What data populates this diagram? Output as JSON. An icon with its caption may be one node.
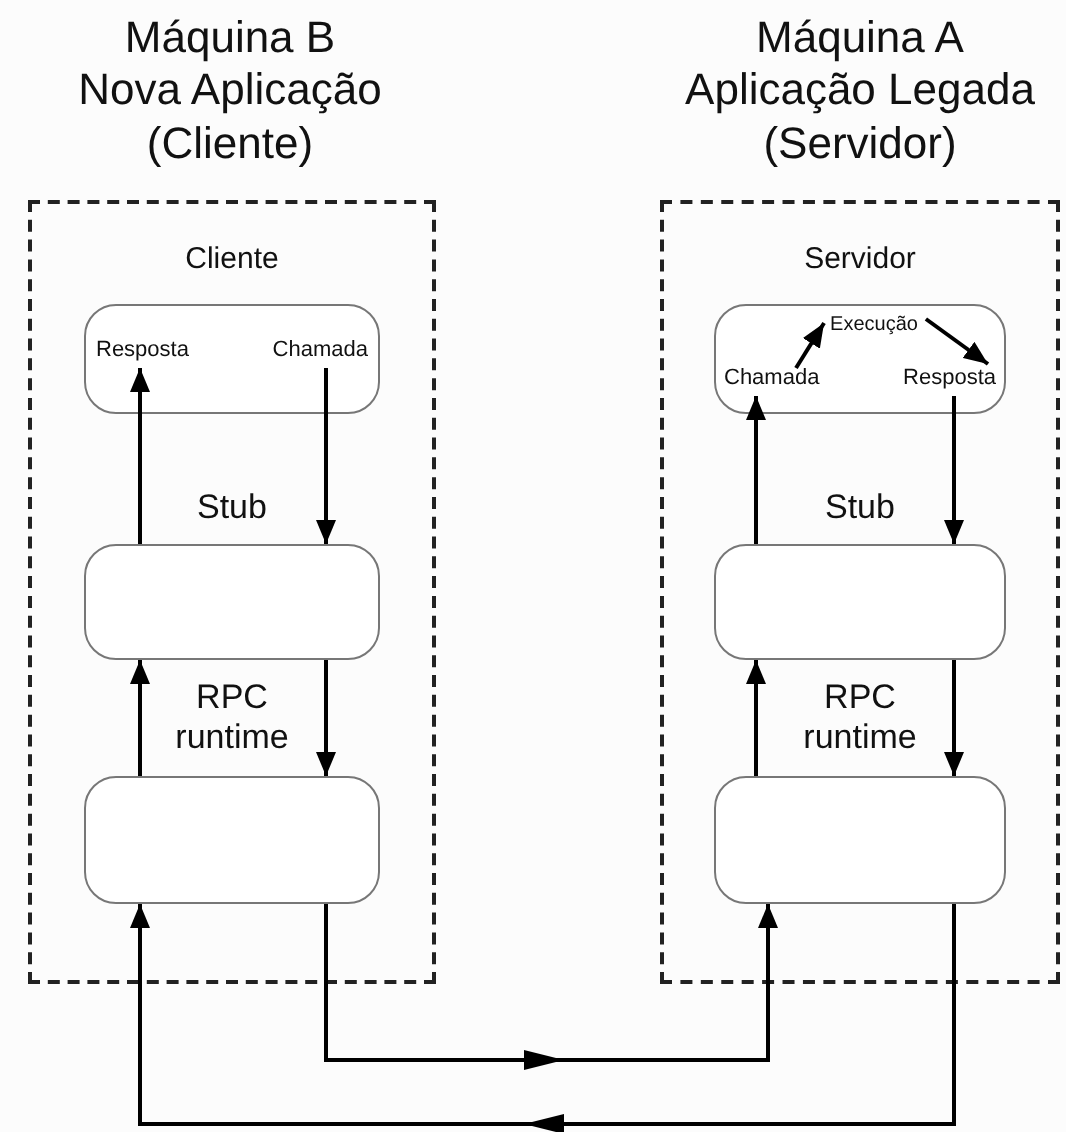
{
  "diagram": {
    "nodes": [
      {
        "text": [
          "Máquina B Nova Aplicação (Cliente)"
        ]
      },
      {
        "text": [
          "Cliente"
        ],
        "in": 0
      },
      {
        "text": [
          "Resposta"
        ],
        "in": 1
      },
      {
        "text": [
          "Chamada"
        ],
        "in": 1
      },
      {
        "text": [
          "Stub"
        ],
        "in": 0
      },
      {
        "text": [
          "RPC runtime"
        ],
        "in": 0
      },
      {
        "text": [
          "Máquina A Aplicação Legada (Servidor)"
        ]
      },
      {
        "text": [
          "Servidor"
        ],
        "in": 6
      },
      {
        "text": [
          "Execução"
        ],
        "in": 7
      },
      {
        "text": [
          "Chamada"
        ],
        "in": 7
      },
      {
        "text": [
          "Resposta"
        ],
        "in": 7
      },
      {
        "text": [
          "Stub"
        ],
        "in": 6
      },
      {
        "text": [
          "RPC runtime"
        ],
        "in": 6
      }
    ],
    "edges": [
      {
        "from": 3,
        "to": 4,
        "arrow": "to"
      },
      {
        "from": 4,
        "to": 5,
        "arrow": "to"
      },
      {
        "from": 5,
        "to": 4,
        "arrow": "to"
      },
      {
        "from": 4,
        "to": 2,
        "arrow": "to"
      },
      {
        "from": 12,
        "to": 11,
        "arrow": "to"
      },
      {
        "from": 11,
        "to": 9,
        "arrow": "to"
      },
      {
        "from": 9,
        "to": 8,
        "arrow": "to"
      },
      {
        "from": 8,
        "to": 10,
        "arrow": "to"
      },
      {
        "from": 10,
        "to": 11,
        "arrow": "to"
      },
      {
        "from": 11,
        "to": 12,
        "arrow": "to"
      },
      {
        "from": 5,
        "to": 12,
        "arrow": "to"
      },
      {
        "from": 12,
        "to": 5,
        "arrow": "to"
      }
    ]
  }
}
